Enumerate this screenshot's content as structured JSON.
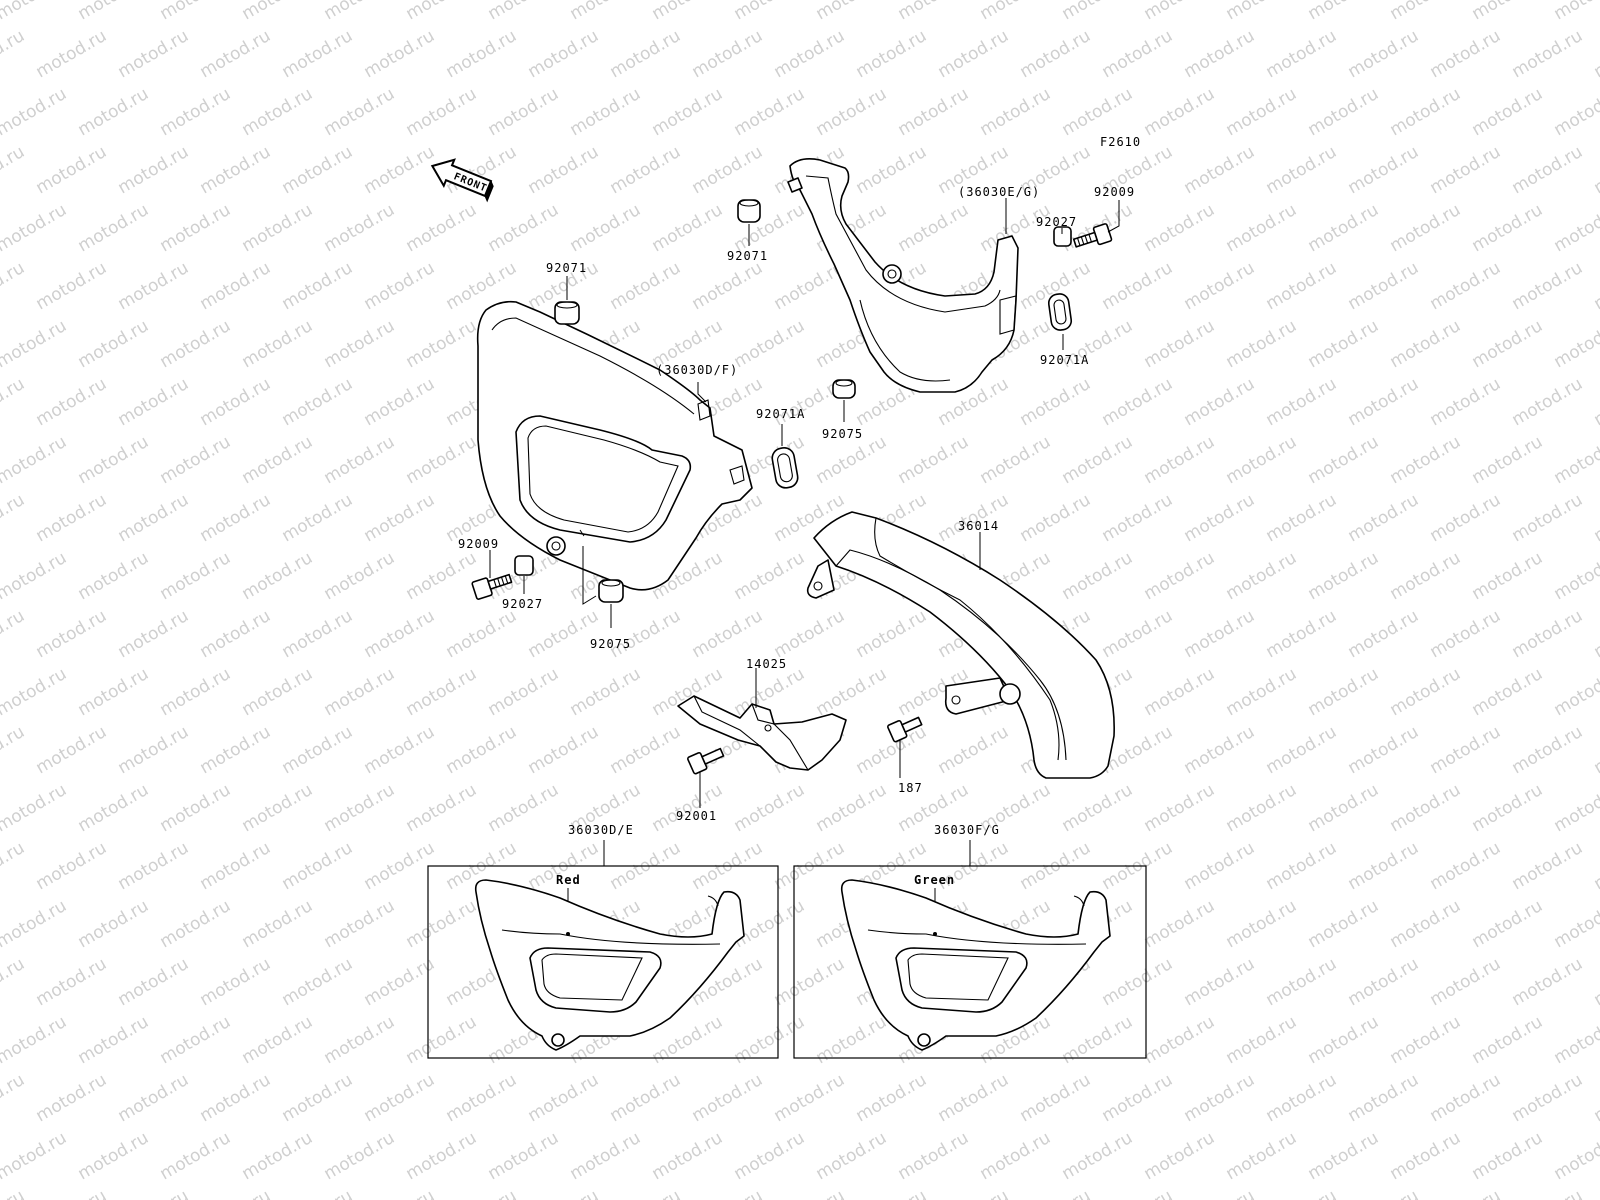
{
  "watermark": "motod.ru",
  "figure_code": "F2610",
  "front_label": "FRONT",
  "labels": {
    "p92071_top": "92071",
    "p92071_left": "92071",
    "p36030EG": "(36030E/G)",
    "p92009_right": "92009",
    "p92027_right": "92027",
    "p92071A_right": "92071A",
    "p36030DF": "(36030D/F)",
    "p92071A_mid": "92071A",
    "p92075_mid": "92075",
    "p36014": "36014",
    "p92009_left": "92009",
    "p92027_left": "92027",
    "p92075_left": "92075",
    "p14025": "14025",
    "p187": "187",
    "p92001": "92001",
    "box_left_title": "36030D/E",
    "box_right_title": "36030F/G",
    "box_left_color": "Red",
    "box_right_color": "Green"
  }
}
